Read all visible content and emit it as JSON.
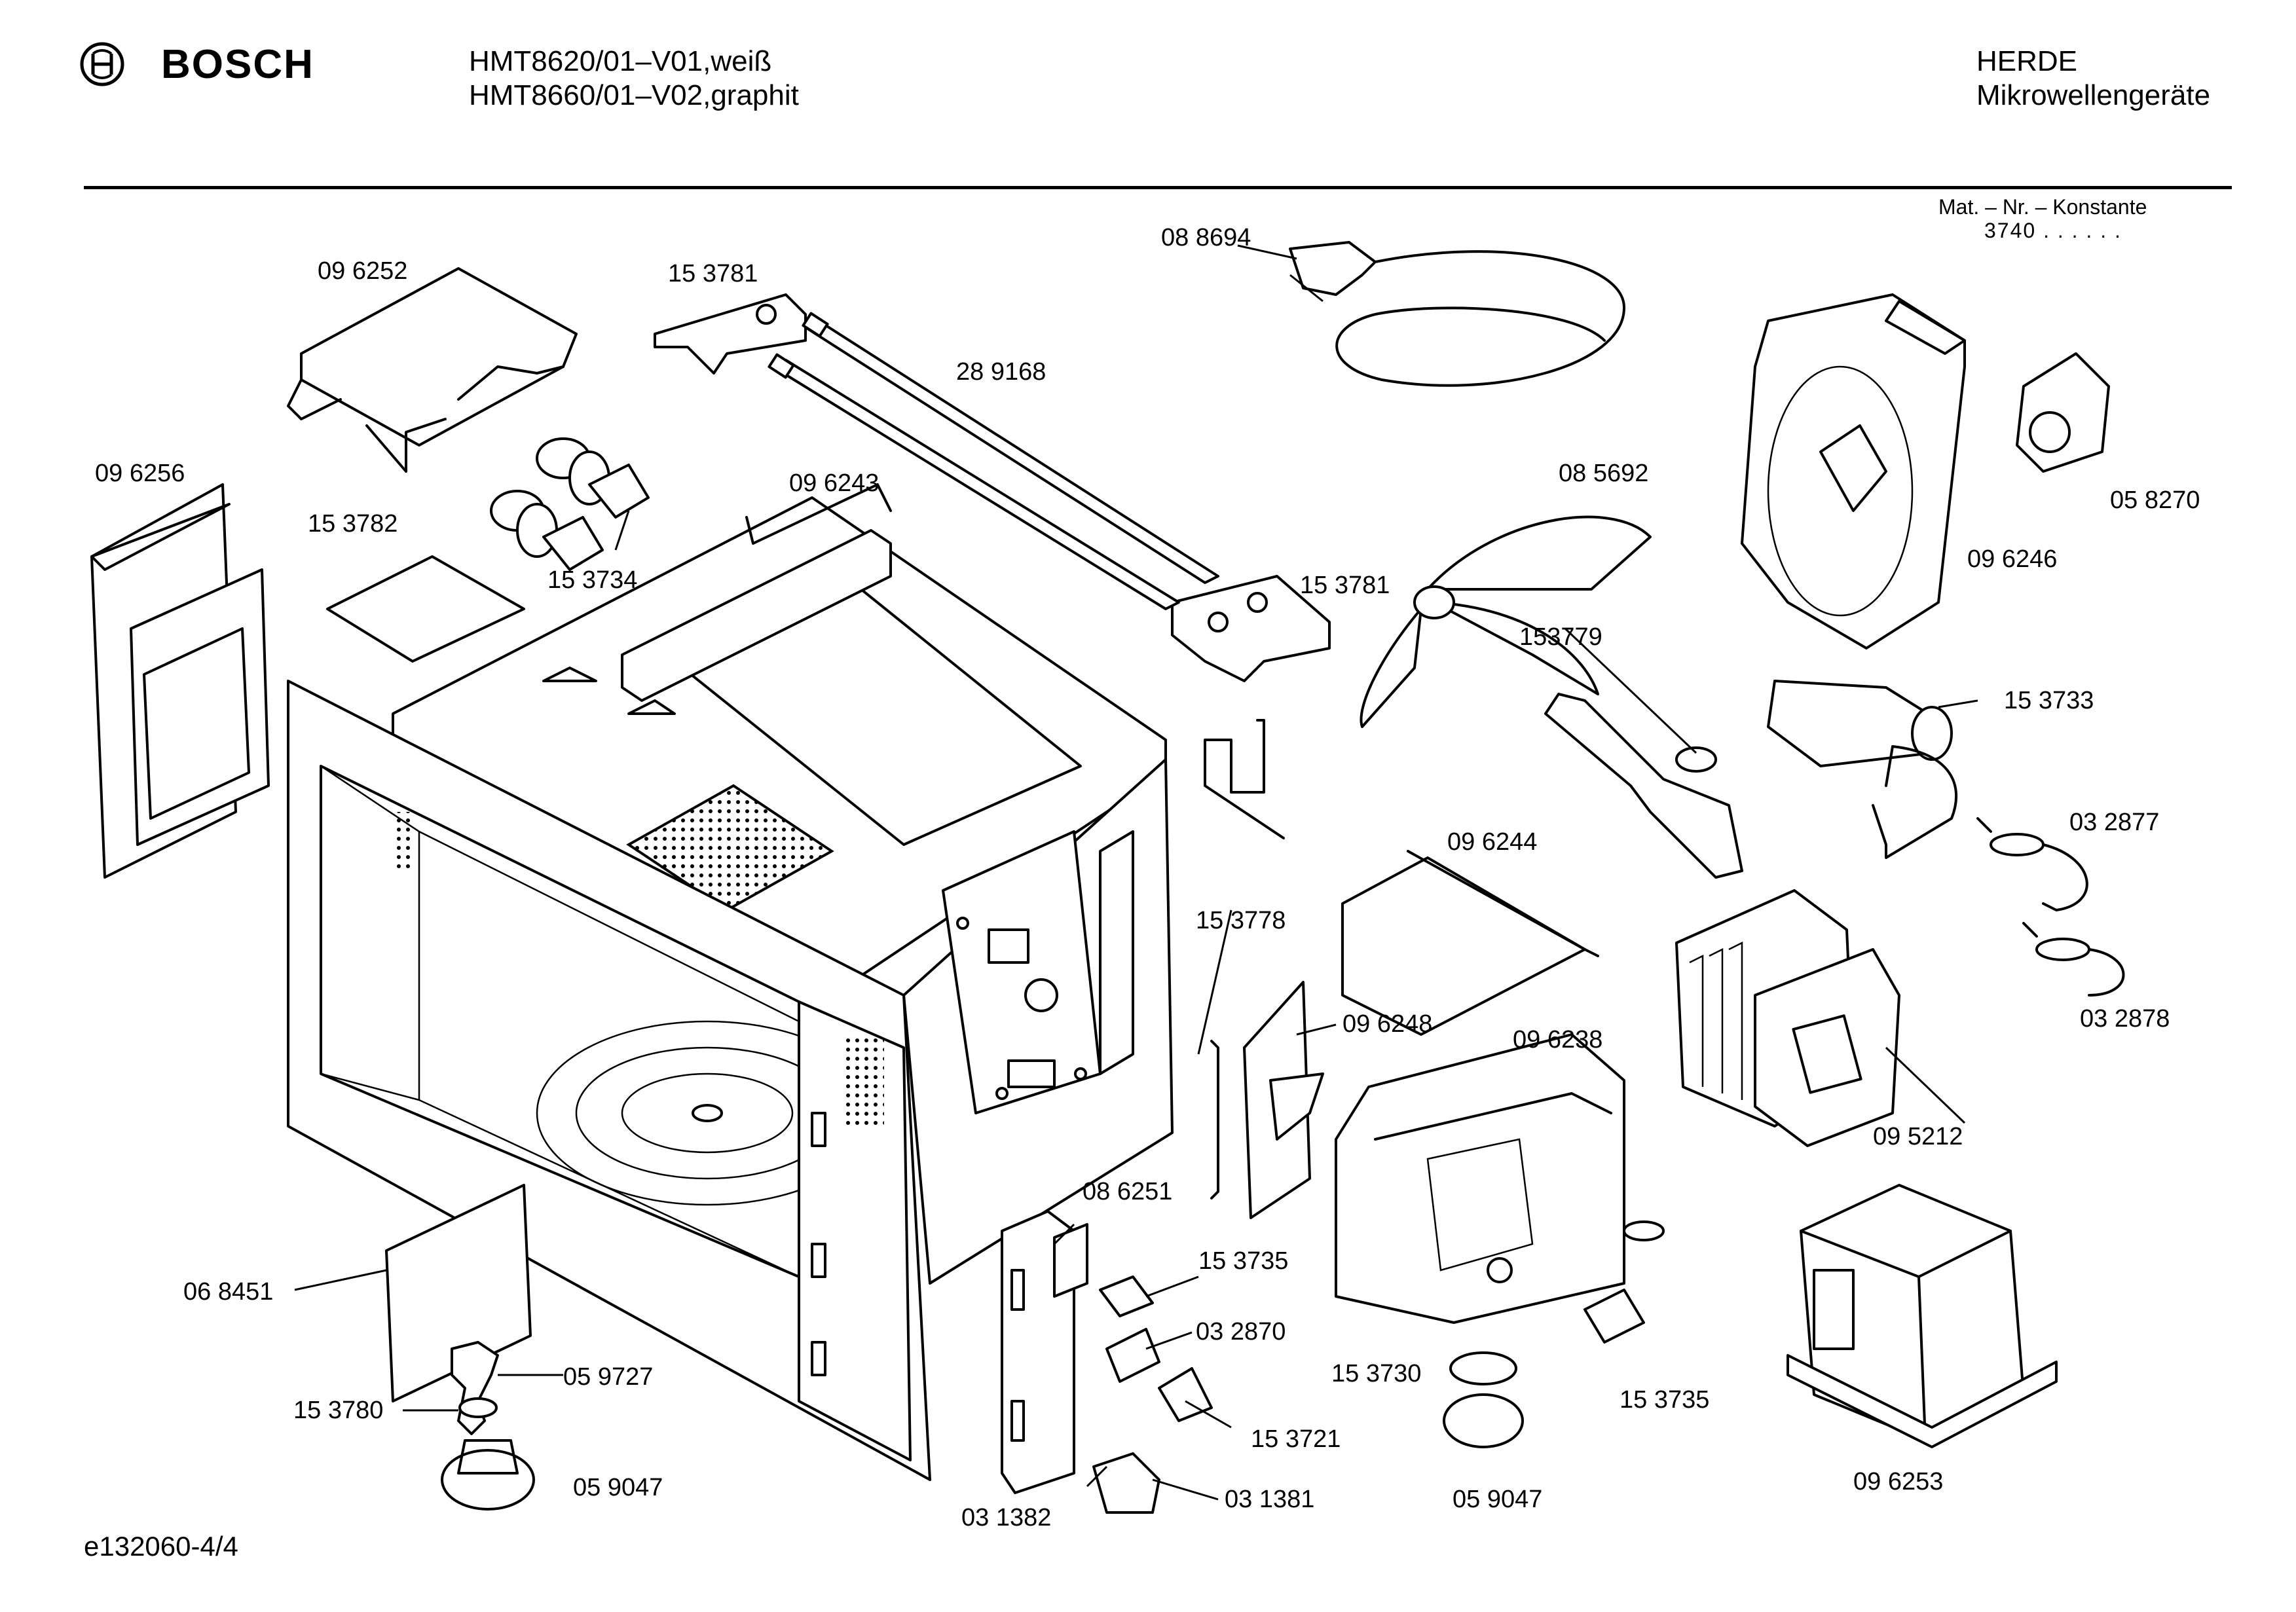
{
  "header": {
    "brand": "BOSCH",
    "models": [
      "HMT8620/01–V01,weiß",
      "HMT8660/01–V02,graphit"
    ],
    "manufacturer": "HERDE",
    "category": "Mikrowellengeräte",
    "constant_label": "Mat. – Nr. – Konstante",
    "constant_value": "3740 .  .   .  .  .  ."
  },
  "footer": {
    "doc_id": "e132060-4/4"
  },
  "parts": {
    "p096252": "09 6252",
    "p153781a": "15 3781",
    "p088694": "08 8694",
    "p289168": "28 9168",
    "p096256": "09 6256",
    "p153782": "15 3782",
    "p153734": "15 3734",
    "p096243": "09 6243",
    "p153781b": "15 3781",
    "p085692": "08 5692",
    "p058270": "05 8270",
    "p096246": "09 6246",
    "p153779": "153779",
    "p153733": "15 3733",
    "p096244": "09 6244",
    "p032877": "03 2877",
    "p153778": "15 3778",
    "p096248": "09 6248",
    "p096238": "09 6238",
    "p032878": "03 2878",
    "p095212": "09 5212",
    "p086251": "08 6251",
    "p153735a": "15 3735",
    "p068451": "06 8451",
    "p032870": "03 2870",
    "p153730": "15 3730",
    "p153735b": "15 3735",
    "p059727": "05 9727",
    "p153780": "15 3780",
    "p153721": "15 3721",
    "p059047a": "05 9047",
    "p031382": "03 1382",
    "p031381": "03 1381",
    "p059047b": "05 9047",
    "p096253": "09 6253"
  }
}
